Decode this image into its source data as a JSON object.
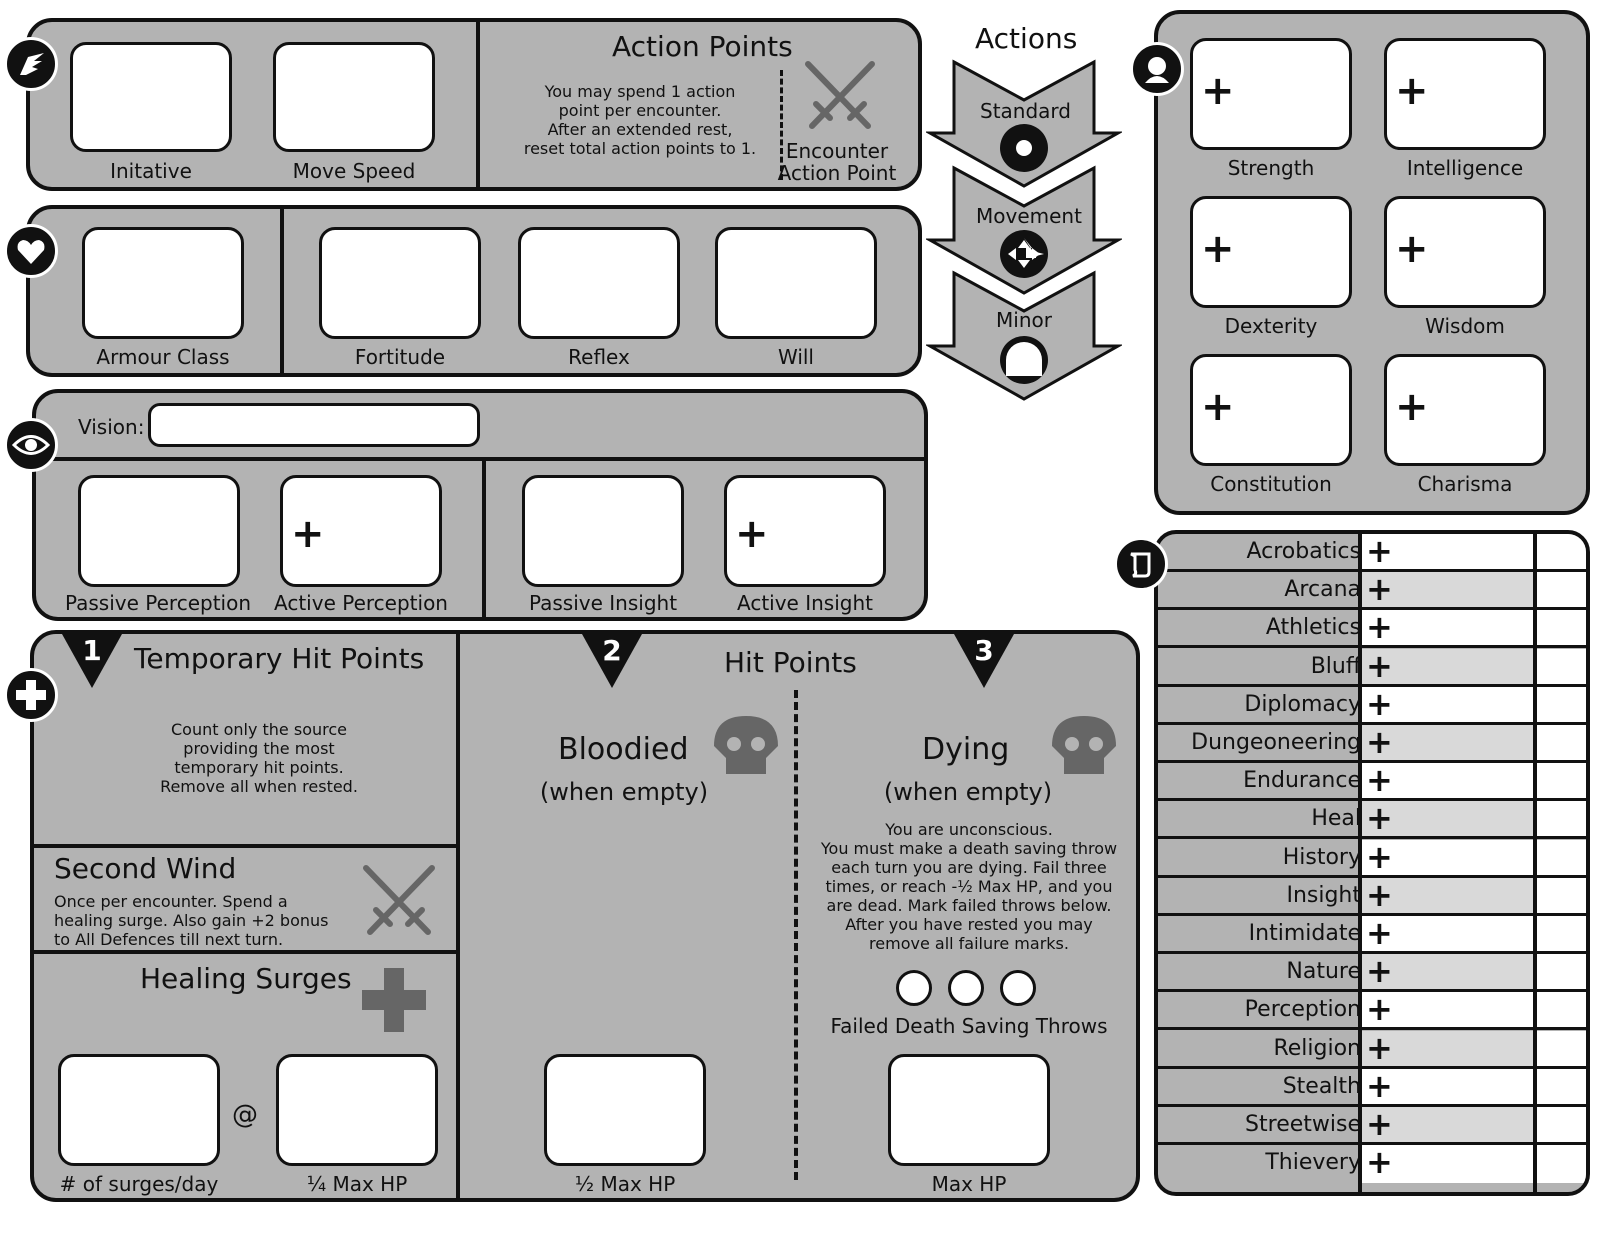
{
  "initiative": {
    "initiative_label": "Initative",
    "move_speed_label": "Move Speed"
  },
  "action_points": {
    "title": "Action Points",
    "description": [
      "You may spend 1 action",
      "point per encounter.",
      "After an extended rest,",
      "reset total action points to 1."
    ],
    "encounter_label_1": "Encounter",
    "encounter_label_2": "Action Point"
  },
  "actions": {
    "title": "Actions",
    "items": [
      {
        "label": "Standard",
        "icon": "gear-icon"
      },
      {
        "label": "Movement",
        "icon": "move-arrows-icon"
      },
      {
        "label": "Minor",
        "icon": "half-gear-icon"
      }
    ]
  },
  "defenses": {
    "armour_class": "Armour Class",
    "fortitude": "Fortitude",
    "reflex": "Reflex",
    "will": "Will"
  },
  "senses": {
    "vision_label": "Vision:",
    "passive_perception": "Passive Perception",
    "active_perception": "Active Perception",
    "passive_insight": "Passive Insight",
    "active_insight": "Active Insight",
    "plus": "+"
  },
  "abilities": [
    {
      "label": "Strength"
    },
    {
      "label": "Intelligence"
    },
    {
      "label": "Dexterity"
    },
    {
      "label": "Wisdom"
    },
    {
      "label": "Constitution"
    },
    {
      "label": "Charisma"
    }
  ],
  "skills": [
    "Acrobatics",
    "Arcana",
    "Athletics",
    "Bluff",
    "Diplomacy",
    "Dungeoneering",
    "Endurance",
    "Heal",
    "History",
    "Insight",
    "Intimidate",
    "Nature",
    "Perception",
    "Religion",
    "Stealth",
    "Streetwise",
    "Thievery"
  ],
  "hp": {
    "temp_number": "1",
    "temp_title": "Temporary Hit Points",
    "temp_desc": [
      "Count only the source",
      "providing the most",
      "temporary hit points.",
      "Remove all when rested."
    ],
    "second_wind_title": "Second Wind",
    "second_wind_desc": [
      "Once per encounter. Spend a",
      "healing surge. Also gain +2 bonus",
      "to  All Defences till next turn."
    ],
    "healing_surges_title": "Healing Surges",
    "at_sign": "@",
    "surges_per_day": "# of surges/day",
    "quarter_hp": "¼ Max HP",
    "hp_number": "2",
    "hp_title": "Hit Points",
    "dying_number": "3",
    "bloodied": "Bloodied",
    "bloodied_sub": "(when empty)",
    "half_hp": "½ Max HP",
    "dying": "Dying",
    "dying_sub": "(when empty)",
    "dying_desc": [
      "You are unconscious.",
      "You must make a death saving throw",
      "each turn you are dying. Fail three",
      "times, or reach -½ Max HP, and you",
      "are dead. Mark failed throws below.",
      "After you have rested you may",
      "remove all failure marks."
    ],
    "failed_throws": "Failed Death Saving Throws",
    "max_hp": "Max HP"
  }
}
